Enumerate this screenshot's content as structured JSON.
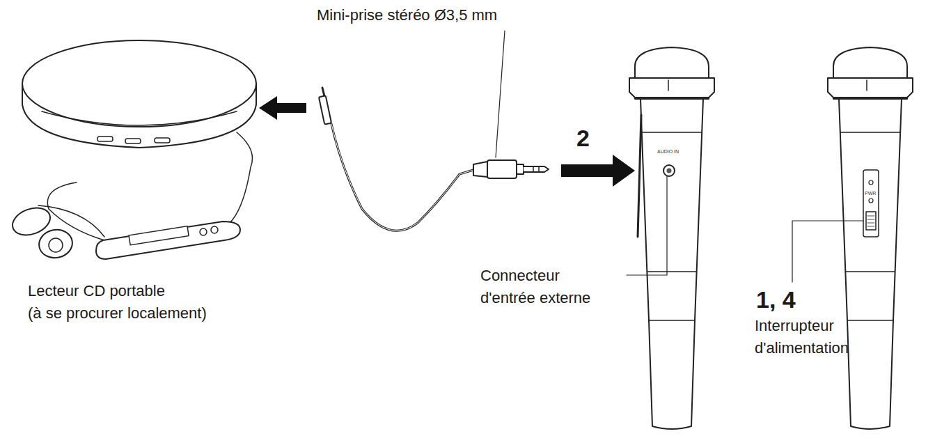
{
  "diagram": {
    "labels": [
      "Mini-prise stéréo Ø3,5 mm",
      "2",
      "AUDIO IN",
      "Lecteur CD portable (à se procurer localement)",
      "Connecteur d'entrée externe",
      "PWR",
      "1, 4",
      "Interrupteur d'alimentation"
    ]
  }
}
